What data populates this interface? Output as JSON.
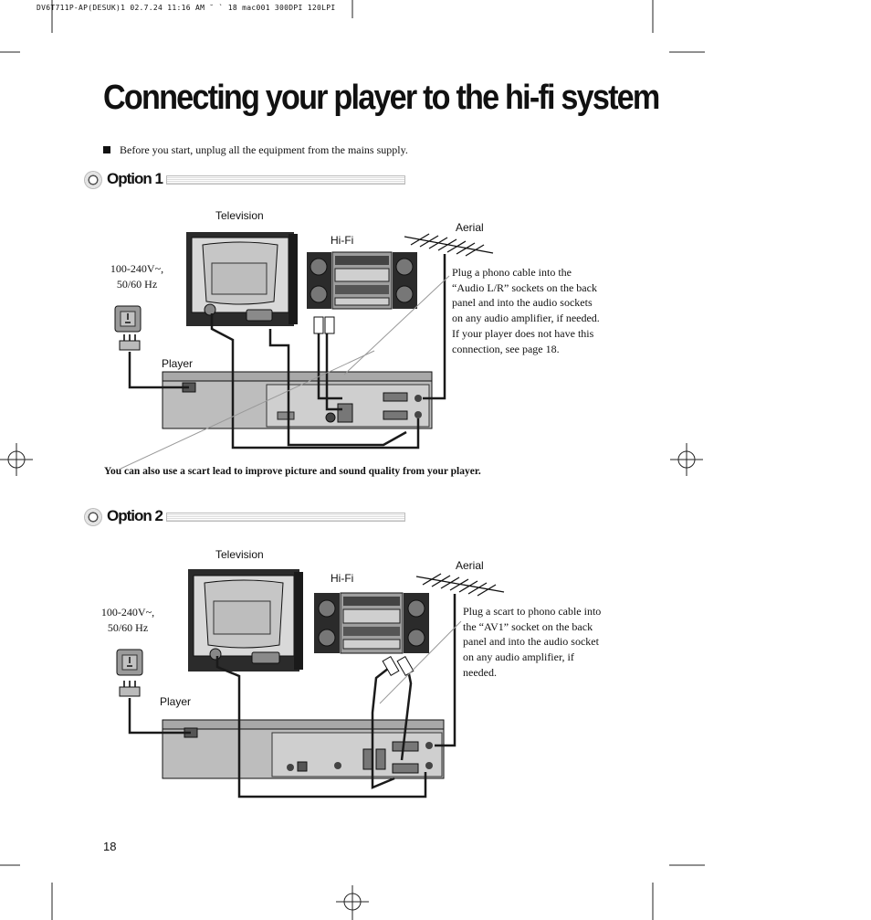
{
  "print_slug": "DV6T711P-AP(DESUK)1  02.7.24 11:16 AM  ˘  ` 18   mac001  300DPI 120LPI",
  "page": {
    "title": "Connecting your player to the hi-fi system",
    "intro": "Before you start, unplug all the equipment from the mains supply.",
    "page_number": "18"
  },
  "option1": {
    "heading": "Option 1",
    "television_label": "Television",
    "hifi_label": "Hi-Fi",
    "aerial_label": "Aerial",
    "mains_label_line1": "100-240V~,",
    "mains_label_line2": "50/60 Hz",
    "player_label": "Player",
    "instruction": "Plug a phono cable into the “Audio L/R” sockets on the back panel and into the audio sockets on any audio amplifier, if needed. If your player does not have this connection, see page 18."
  },
  "scart_note": "You can also use a scart lead to improve picture and sound quality from your player.",
  "option2": {
    "heading": "Option 2",
    "television_label": "Television",
    "hifi_label": "Hi-Fi",
    "aerial_label": "Aerial",
    "mains_label_line1": "100-240V~,",
    "mains_label_line2": "50/60 Hz",
    "player_label": "Player",
    "instruction": "Plug a scart to phono cable into the “AV1” socket on the back panel and into the audio socket on any audio amplifier, if needed."
  },
  "colors": {
    "ink": "#111111",
    "panel": "#bdbdbd",
    "panel_dark": "#8a8a8a",
    "cable": "#1a1a1a",
    "pointer": "#999999"
  }
}
